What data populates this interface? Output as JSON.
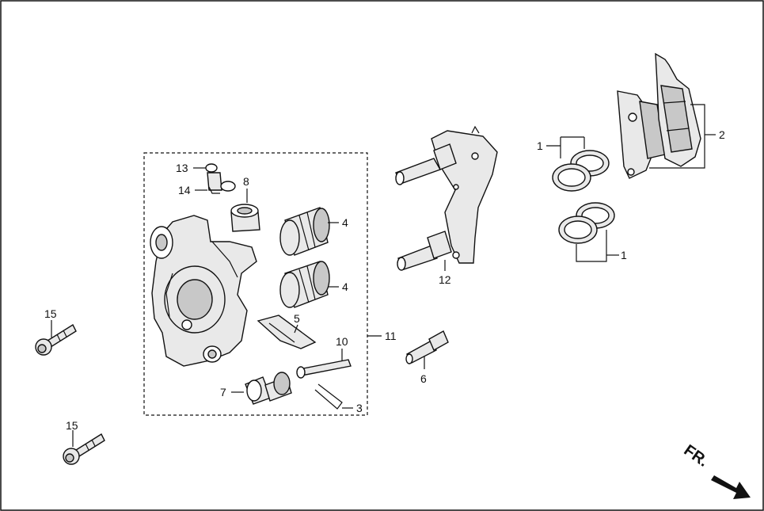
{
  "callouts": {
    "c1a": "1",
    "c1b": "1",
    "c2": "2",
    "c3": "3",
    "c4a": "4",
    "c4b": "4",
    "c5": "5",
    "c6": "6",
    "c7": "7",
    "c8": "8",
    "c10": "10",
    "c11": "11",
    "c12": "12",
    "c13": "13",
    "c14": "14",
    "c15a": "15",
    "c15b": "15"
  },
  "direction": {
    "label": "FR."
  },
  "icons": {
    "caliper": "caliper-body-icon",
    "bracket": "caliper-bracket-icon",
    "pads": "brake-pad-icon",
    "seals": "piston-seal-icon",
    "bolts": "flange-bolt-icon",
    "arrow": "direction-arrow-icon"
  }
}
